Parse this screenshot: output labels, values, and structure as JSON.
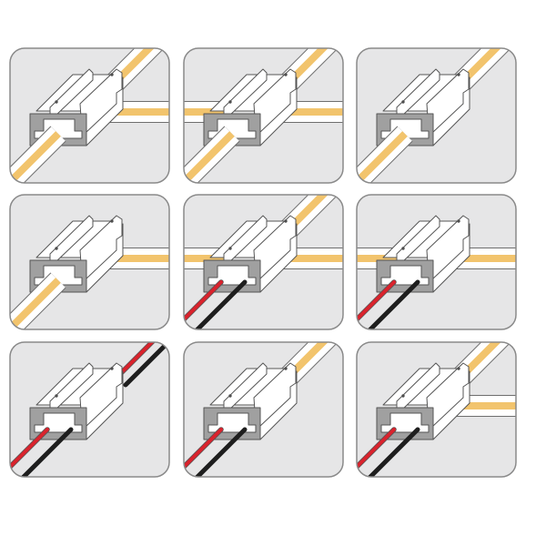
{
  "colors": {
    "tile_bg": "#e6e6e7",
    "tile_border": "#8a8a8a",
    "strip_yellow": "#f2c46d",
    "strip_white": "#ffffff",
    "outline": "#6e6e6e",
    "connector_face": "#a0a0a0",
    "wire_red": "#d9232d",
    "wire_black": "#1e1e1e"
  },
  "tiles": [
    {
      "name": "strip-to-strip-t-right",
      "bottom_left": "strip",
      "top_right": "strip",
      "left": false,
      "right": true
    },
    {
      "name": "strip-to-strip-cross",
      "bottom_left": "strip",
      "top_right": "strip",
      "left": true,
      "right": true
    },
    {
      "name": "strip-to-strip-straight",
      "bottom_left": "strip",
      "top_right": "strip",
      "left": false,
      "right": false
    },
    {
      "name": "strip-to-strip-l-right",
      "bottom_left": "strip",
      "top_right": "none",
      "left": false,
      "right": true
    },
    {
      "name": "wire-to-strip-cross",
      "bottom_left": "wire",
      "top_right": "strip",
      "left": true,
      "right": true
    },
    {
      "name": "wire-to-strip-t",
      "bottom_left": "wire",
      "top_right": "none",
      "left": true,
      "right": true
    },
    {
      "name": "wire-to-wire",
      "bottom_left": "wire",
      "top_right": "wire",
      "left": false,
      "right": false
    },
    {
      "name": "wire-to-strip-straight",
      "bottom_left": "wire",
      "top_right": "strip",
      "left": false,
      "right": false
    },
    {
      "name": "wire-to-strip-t-right",
      "bottom_left": "wire",
      "top_right": "strip",
      "left": false,
      "right": true
    }
  ]
}
